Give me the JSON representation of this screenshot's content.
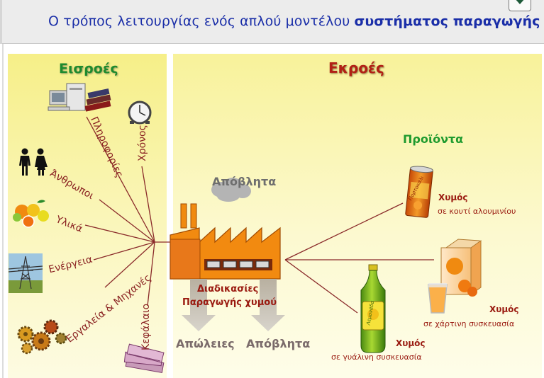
{
  "title": {
    "prefix": "Ο τρόπος λειτουργίας ενός απλού μοντέλου ",
    "bold": "συστήματος παραγωγής"
  },
  "inputs": {
    "heading": "Εισροές",
    "items": {
      "information": "Πληροφορίες",
      "time": "Χρόνος",
      "people": "Άνθρωποι",
      "materials": "Υλικά",
      "energy": "Ενέργεια",
      "tools": "Εργαλεία & Μηχανές",
      "capital": "Κεφάλαιο"
    }
  },
  "outputs": {
    "heading": "Εκροές",
    "products_heading": "Προϊόντα",
    "waste_top": "Απόβλητα",
    "process_line1": "Διαδικασίες",
    "process_line2": "Παραγωγής χυμού",
    "losses": "Απώλειες",
    "waste_bottom": "Απόβλητα",
    "products": [
      {
        "name": "Χυμός",
        "desc": "σε κουτί αλουμινίου"
      },
      {
        "name": "Χυμός",
        "desc": "σε χάρτινη συσκευασία"
      },
      {
        "name": "Χυμός",
        "desc": "σε γυάλινη συσκευασία"
      }
    ],
    "can_brand": "Πορτοκάλι",
    "bottle_brand": "Λεμονάδα"
  },
  "colors": {
    "title": "#1a2ea8",
    "inputs_heading": "#1e8a2e",
    "outputs_heading": "#b22015",
    "factory": "#e07a10",
    "connector_lines": "#8a2a2a"
  }
}
